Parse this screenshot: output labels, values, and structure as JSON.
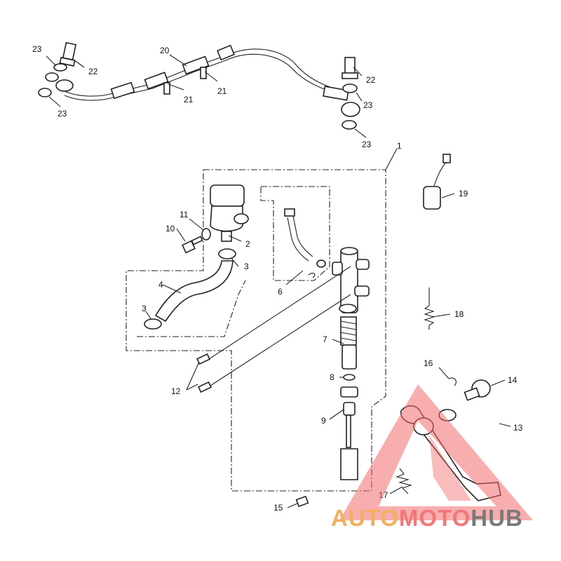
{
  "diagram": {
    "callouts": [
      "1",
      "2",
      "3",
      "3",
      "4",
      "6",
      "7",
      "8",
      "9",
      "10",
      "11",
      "12",
      "13",
      "14",
      "15",
      "16",
      "17",
      "18",
      "19",
      "20",
      "21",
      "21",
      "22",
      "22",
      "23",
      "23",
      "23",
      "23"
    ]
  },
  "labels": {
    "n1": "1",
    "n2": "2",
    "n3a": "3",
    "n3b": "3",
    "n4": "4",
    "n6": "6",
    "n7": "7",
    "n8": "8",
    "n9": "9",
    "n10": "10",
    "n11": "11",
    "n12": "12",
    "n13": "13",
    "n14": "14",
    "n15": "15",
    "n16": "16",
    "n17": "17",
    "n18": "18",
    "n19": "19",
    "n20": "20",
    "n21a": "21",
    "n21b": "21",
    "n22a": "22",
    "n22b": "22",
    "n23a": "23",
    "n23b": "23",
    "n23c": "23",
    "n23d": "23"
  },
  "watermark": {
    "auto": "AUTO",
    "moto": "MOTO",
    "hub": "HUB",
    "colors": {
      "auto": "#f0b060",
      "moto": "#f07878",
      "hub": "#7a7a7a",
      "triangle": "#f26b6b"
    }
  }
}
